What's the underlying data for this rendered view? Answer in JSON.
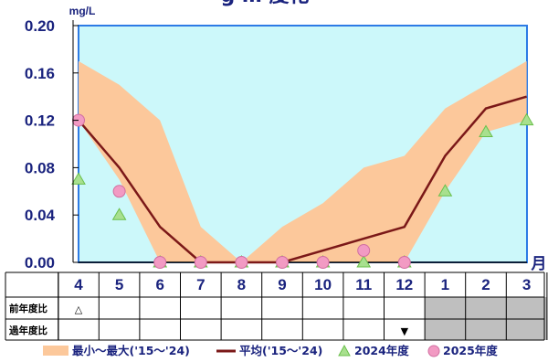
{
  "chart_data": {
    "type": "line",
    "title_fragment": "g … 度化",
    "unit_label": "mg/L",
    "month_axis_label": "月",
    "categories": [
      "4",
      "5",
      "6",
      "7",
      "8",
      "9",
      "10",
      "11",
      "12",
      "1",
      "2",
      "3"
    ],
    "ylim": [
      0,
      0.2
    ],
    "yticks": [
      "0.00",
      "0.04",
      "0.08",
      "0.12",
      "0.16",
      "0.20"
    ],
    "ytick_values": [
      0,
      0.04,
      0.08,
      0.12,
      0.16,
      0.2
    ],
    "grid": false,
    "series": [
      {
        "name": "最小～最大('15～'24)",
        "kind": "band",
        "low": [
          0.12,
          0.07,
          0.0,
          0.0,
          0.0,
          0.0,
          0.0,
          0.0,
          0.0,
          0.06,
          0.11,
          0.12
        ],
        "high": [
          0.17,
          0.15,
          0.12,
          0.03,
          0.0,
          0.03,
          0.05,
          0.08,
          0.09,
          0.13,
          0.15,
          0.17
        ],
        "color": "#fcc89b"
      },
      {
        "name": "平均('15～'24)",
        "kind": "line",
        "values": [
          0.12,
          0.08,
          0.03,
          0.0,
          0.0,
          0.0,
          0.01,
          0.02,
          0.03,
          0.09,
          0.13,
          0.14
        ],
        "color": "#7b1818"
      },
      {
        "name": "2024年度",
        "kind": "triangle",
        "values": [
          0.07,
          0.04,
          0.0,
          0.0,
          0.0,
          0.0,
          0.0,
          0.0,
          0.0,
          0.06,
          0.11,
          0.12
        ],
        "color": "#a8e08e"
      },
      {
        "name": "2025年度",
        "kind": "circle",
        "values": [
          0.12,
          0.06,
          0.0,
          0.0,
          0.0,
          0.0,
          0.0,
          0.01,
          0.0,
          null,
          null,
          null
        ],
        "color": "#f29ac3"
      }
    ],
    "comparison_rows": [
      {
        "label": "前年度比",
        "marks": [
          "△",
          "",
          "",
          "",
          "",
          "",
          "",
          "",
          "",
          null,
          null,
          null
        ]
      },
      {
        "label": "過年度比",
        "marks": [
          "",
          "",
          "",
          "",
          "",
          "",
          "",
          "",
          "▼",
          null,
          null,
          null
        ]
      }
    ],
    "colors": {
      "plot_bg": "#ccf8fa",
      "plot_border": "#2d7be5",
      "axis_text": "#1a237e",
      "disabled_cell": "#bfbfbf"
    }
  }
}
